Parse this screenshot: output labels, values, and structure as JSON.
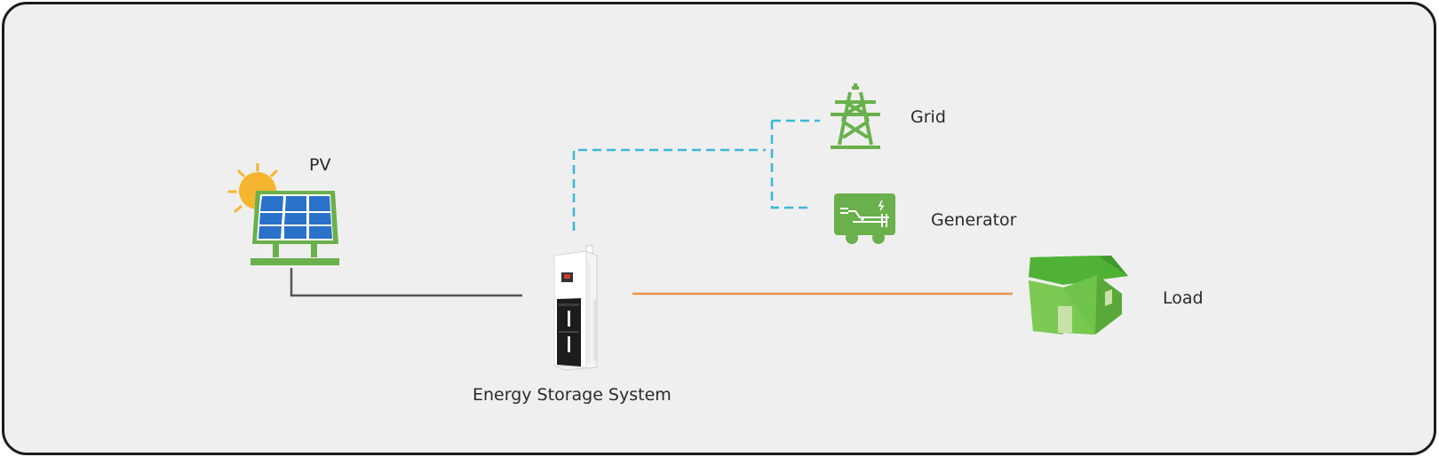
{
  "labels": {
    "pv": "PV",
    "grid": "Grid",
    "generator": "Generator",
    "load": "Load",
    "ess": "Energy Storage System"
  },
  "colors": {
    "background": "#efefef",
    "frame_border": "#1c1c1c",
    "pv_line": "#555555",
    "grid_line": "#3bb8d8",
    "load_line": "#e8944a",
    "icon_green": "#6ab04c",
    "panel_blue": "#2a72c9",
    "sun": "#f5b52e"
  },
  "icons": {
    "pv": "solar-panel-icon",
    "grid": "transmission-tower-icon",
    "generator": "generator-icon",
    "load": "house-icon",
    "ess": "battery-cabinet-icon"
  }
}
